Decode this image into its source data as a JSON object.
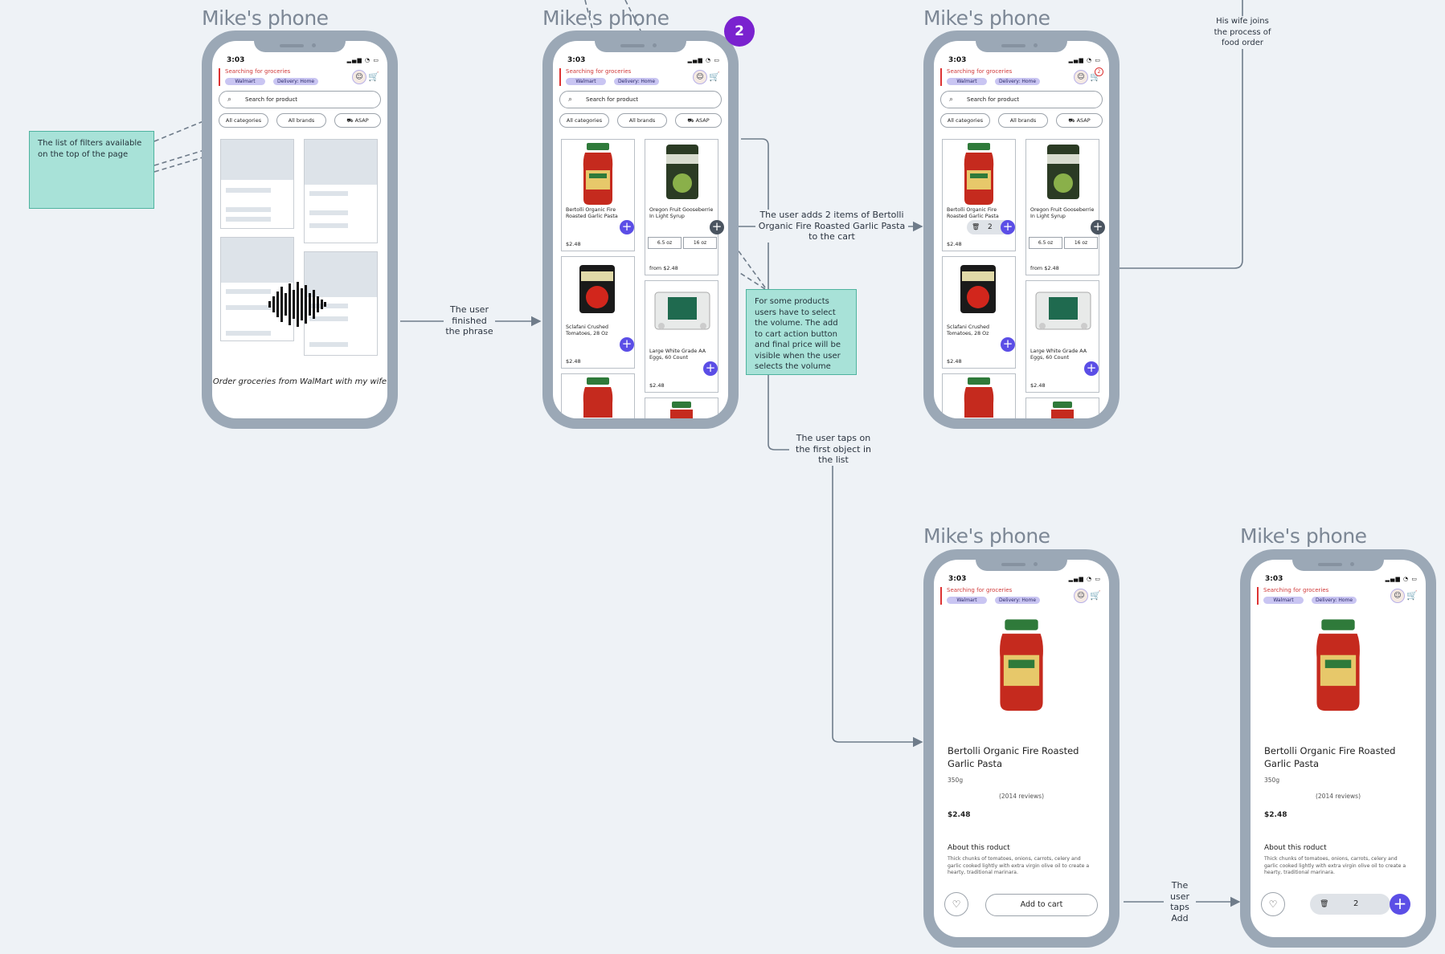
{
  "phone_label": "Mike's phone",
  "status": {
    "time": "3:03",
    "signal": "▂▄▆ ◔ ▭"
  },
  "header": {
    "searching": "Searching for groceries",
    "store": "Walmart",
    "delivery": "Delivery: Home",
    "cart_count": "2"
  },
  "search_placeholder": "Search for product",
  "filters": {
    "categories": "All categories",
    "brands": "All brands",
    "asap": "ASAP"
  },
  "products": {
    "bertolli": {
      "name": "Bertolli Organic Fire Roasted Garlic Pasta",
      "price": "$2.48"
    },
    "oregon": {
      "name": "Oregon Fruit Gooseberrie In Light Syrup",
      "price": "from $2.48",
      "vol1": "6.5 oz",
      "vol2": "16 oz"
    },
    "sclafani": {
      "name": "Sclafani Crushed Tomatoes, 28 Oz",
      "price": "$2.48"
    },
    "eggs": {
      "name": "Large White Grade AA Eggs, 60 Count",
      "price": "$2.48"
    }
  },
  "cart_qty": "2",
  "voice_phrase": "Order groceries from WalMart with my wife",
  "detail": {
    "title": "Bertolli Organic Fire Roasted Garlic Pasta",
    "weight": "350g",
    "reviews": "(2014 reviews)",
    "price": "$2.48",
    "about": "About this roduct",
    "description": "Thick chunks of tomatoes, onions, carrots, celery and garlic cooked lightly with extra virgin olive oil to create a hearty, traditional marinara.",
    "add_to_cart": "Add to cart",
    "qty": "2"
  },
  "notes": {
    "filters": "The list of filters available on the top of the page",
    "volume": "For some products users  have to select the volume. The add to cart action button and final price will be visible when the user selects the volume"
  },
  "flow": {
    "finished": "The user finished the phrase",
    "adds": "The user adds 2 items of Bertolli Organic Fire Roasted Garlic Pasta to the cart",
    "taps_first": "The user taps on the first object in the list",
    "taps_add": "The user taps Add",
    "wife": "His wife joins the process of food order"
  },
  "step_badge": "2"
}
